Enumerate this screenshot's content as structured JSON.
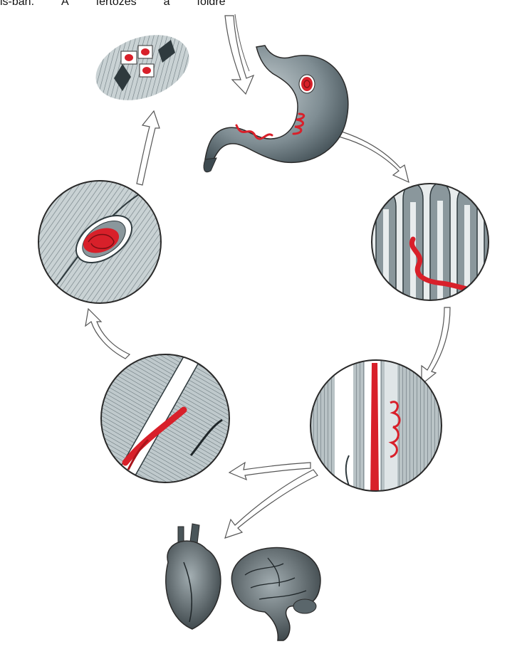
{
  "caption": {
    "words": [
      "is-ban.",
      "A",
      "fertőzés",
      "a",
      "földre"
    ]
  },
  "colors": {
    "parasite_red": "#d8202a",
    "tissue_gray": "#8a979c",
    "tissue_dark": "#3c4649",
    "outline": "#2a2a2a",
    "arrow_fill": "#ffffff"
  },
  "icons": {
    "muscle_fragments": "meat-fragments-icon",
    "stomach": "stomach-icon",
    "intestine_villi": "intestinal-villi-icon",
    "intestine_wall": "intestine-wall-larvae-icon",
    "blood_vessel": "blood-vessel-larva-icon",
    "muscle_cyst": "encysted-larva-muscle-icon",
    "heart": "heart-icon",
    "brain": "brain-icon"
  }
}
